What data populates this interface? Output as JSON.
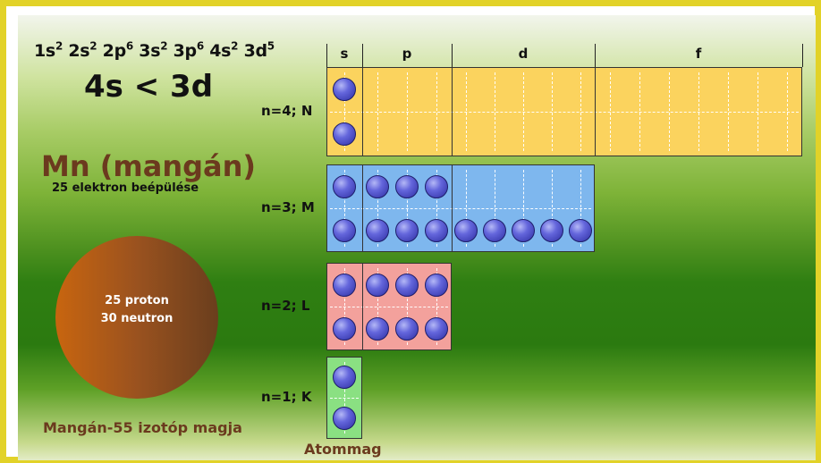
{
  "config": {
    "terms": [
      {
        "base": "1s",
        "exp": "2"
      },
      {
        "base": "2s",
        "exp": "2"
      },
      {
        "base": "2p",
        "exp": "6"
      },
      {
        "base": "3s",
        "exp": "2"
      },
      {
        "base": "3p",
        "exp": "6"
      },
      {
        "base": "4s",
        "exp": "2"
      },
      {
        "base": "3d",
        "exp": "5"
      }
    ]
  },
  "rule": "4s < 3d",
  "element": {
    "title": "Mn (mangán)",
    "subtitle": "25 elektron beépülése"
  },
  "nucleus": {
    "protons": "25 proton",
    "neutrons": "30 neutron"
  },
  "isotope_label": "Mangán-55 izotóp magja",
  "atommag_label": "Atommag",
  "subshell_headers": [
    "s",
    "p",
    "d",
    "f"
  ],
  "shells": [
    {
      "label": "n=4; N",
      "color": "#fbd35e",
      "subshells": [
        "s",
        "p",
        "d",
        "f"
      ],
      "electrons": {
        "s": 2
      }
    },
    {
      "label": "n=3; M",
      "color": "#7eb7ee",
      "subshells": [
        "s",
        "p",
        "d"
      ],
      "electrons": {
        "s": 2,
        "p": 6,
        "d": 5
      }
    },
    {
      "label": "n=2; L",
      "color": "#f3a19c",
      "subshells": [
        "s",
        "p"
      ],
      "electrons": {
        "s": 2,
        "p": 6
      }
    },
    {
      "label": "n=1; K",
      "color": "#8ae082",
      "subshells": [
        "s"
      ],
      "electrons": {
        "s": 2
      }
    }
  ]
}
